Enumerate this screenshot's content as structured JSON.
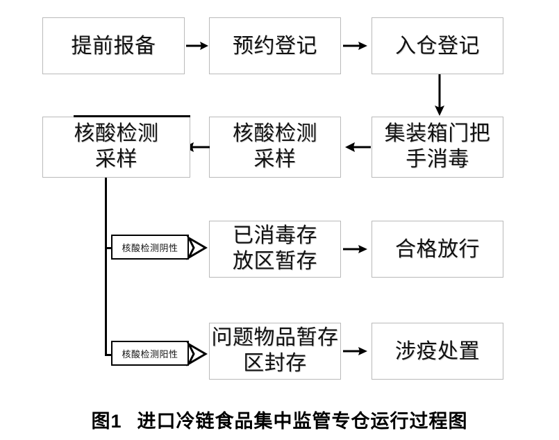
{
  "figure": {
    "caption_number": "图1",
    "caption_text": "进口冷链食品集中监管专仓运行过程图"
  },
  "nodes": {
    "advance_report": "提前报备",
    "appointment_registration": "预约登记",
    "warehouse_entry_registration": "入仓登记",
    "container_door_handle_disinfection_line1": "集装箱门把",
    "container_door_handle_disinfection_line2": "手消毒",
    "nucleic_acid_sampling_mid_line1": "核酸检测",
    "nucleic_acid_sampling_mid_line2": "采样",
    "nucleic_acid_sampling_left_line1": "核酸检测",
    "nucleic_acid_sampling_left_line2": "采样",
    "disinfected_storage_line1": "已消毒存",
    "disinfected_storage_line2": "放区暂存",
    "qualified_release": "合格放行",
    "problem_goods_sealed_line1": "问题物品暂存",
    "problem_goods_sealed_line2": "区封存",
    "epidemic_disposal": "涉疫处置"
  },
  "edge_labels": {
    "negative": "核酸检测阴性",
    "positive": "核酸检测阳性"
  },
  "icons": {
    "arrow_right": "arrow-right-icon",
    "arrow_left": "arrow-left-icon",
    "arrow_down": "arrow-down-icon",
    "arrow_head_outline": "arrow-head-outline-icon"
  },
  "colors": {
    "box_border": "#b9b9b9",
    "connector": "#000000",
    "label_border": "#000000",
    "text": "#111111",
    "background": "#ffffff"
  }
}
